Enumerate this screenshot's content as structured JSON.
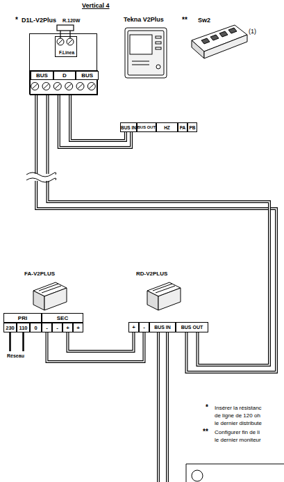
{
  "diagram": {
    "title": "Vertical 4",
    "nodes": [
      {
        "text": [
          "D1L-V2Plus"
        ]
      },
      {
        "text": [
          "F.Linea"
        ],
        "in": 0
      },
      {
        "text": [
          "BUS",
          "D",
          "BUS"
        ],
        "in": 0
      },
      {
        "text": [
          "BUS IN",
          "BUS OUT",
          "HZ",
          "PA",
          "PB"
        ]
      },
      {
        "text": [
          "PRI",
          "SEC",
          "230",
          "110",
          "0",
          "-",
          "-",
          "+",
          "+"
        ]
      },
      {
        "text": [
          "+",
          "-",
          "BUS IN",
          "BUS OUT"
        ]
      }
    ],
    "edges": [
      {
        "from": 2,
        "to": 3,
        "arrow": "none"
      },
      {
        "from": 2,
        "to": 5,
        "arrow": "none"
      },
      {
        "from": 4,
        "to": 5,
        "arrow": "none"
      }
    ],
    "labels": [
      "*",
      "R.120W",
      "Tekna V2Plus",
      "**",
      "Sw2",
      "(1)",
      "FA-V2PLUS",
      "Réseau",
      "RD-V2PLUS",
      "*",
      "Insérer la résistanc",
      "de ligne de 120 oh",
      "le dernier distribute",
      "**",
      "Configurer fin de li",
      "le dernier moniteur"
    ]
  }
}
